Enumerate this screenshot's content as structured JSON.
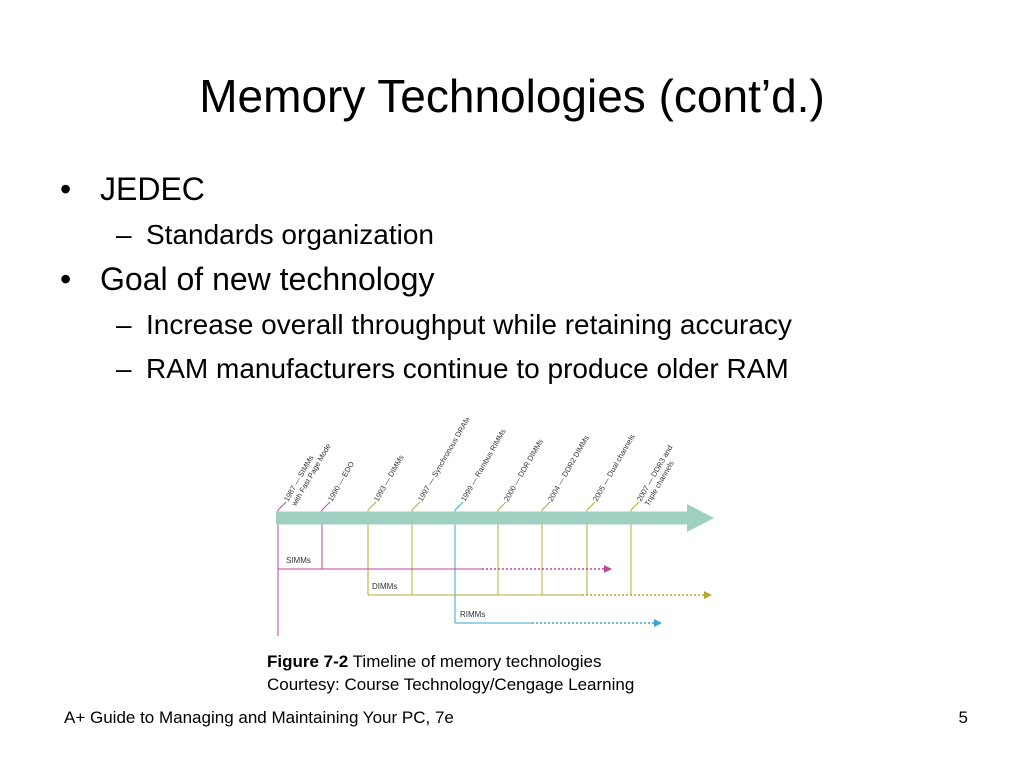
{
  "slide": {
    "title": "Memory Technologies (cont’d.)",
    "bullets": [
      {
        "text": "JEDEC",
        "subitems": [
          "Standards organization"
        ]
      },
      {
        "text": "Goal of new technology",
        "subitems": [
          "Increase overall throughput while retaining accuracy",
          "RAM manufacturers continue to produce older RAM"
        ]
      }
    ],
    "bullet_glyph": "•",
    "sub_glyph": "–"
  },
  "figure": {
    "timeline_events": [
      {
        "lines": [
          "1987 — SIMMs",
          "with Fast Page Mode"
        ],
        "color": "#c0469a"
      },
      {
        "lines": [
          "1990 — EDO"
        ],
        "color": "#c0469a"
      },
      {
        "lines": [
          "1993 — DIMMs"
        ],
        "color": "#b8a830"
      },
      {
        "lines": [
          "1997 — Synchronous DRAM"
        ],
        "color": "#b8a830"
      },
      {
        "lines": [
          "1999 — Rambus RIMMs"
        ],
        "color": "#3aa7c9"
      },
      {
        "lines": [
          "2000 — DDR DIMMs"
        ],
        "color": "#b8a830"
      },
      {
        "lines": [
          "2004 — DDR2 DIMMs"
        ],
        "color": "#b8a830"
      },
      {
        "lines": [
          "2005 — Dual channels"
        ],
        "color": "#b8a830"
      },
      {
        "lines": [
          "2007 — DDR3 and",
          "Triple channels"
        ],
        "color": "#b8a830"
      }
    ],
    "rows": [
      {
        "label": "SIMMs",
        "color": "#c0469a"
      },
      {
        "label": "DIMMs",
        "color": "#b8a830"
      },
      {
        "label": "RIMMs",
        "color": "#3aa7c9"
      }
    ],
    "arrow_color": "#9fd1c3",
    "caption_bold": "Figure 7-2",
    "caption_text": " Timeline of memory technologies",
    "credit": "Courtesy: Course Technology/Cengage Learning"
  },
  "footer": {
    "left": "A+ Guide to Managing and Maintaining Your PC, 7e",
    "page_number": "5"
  }
}
